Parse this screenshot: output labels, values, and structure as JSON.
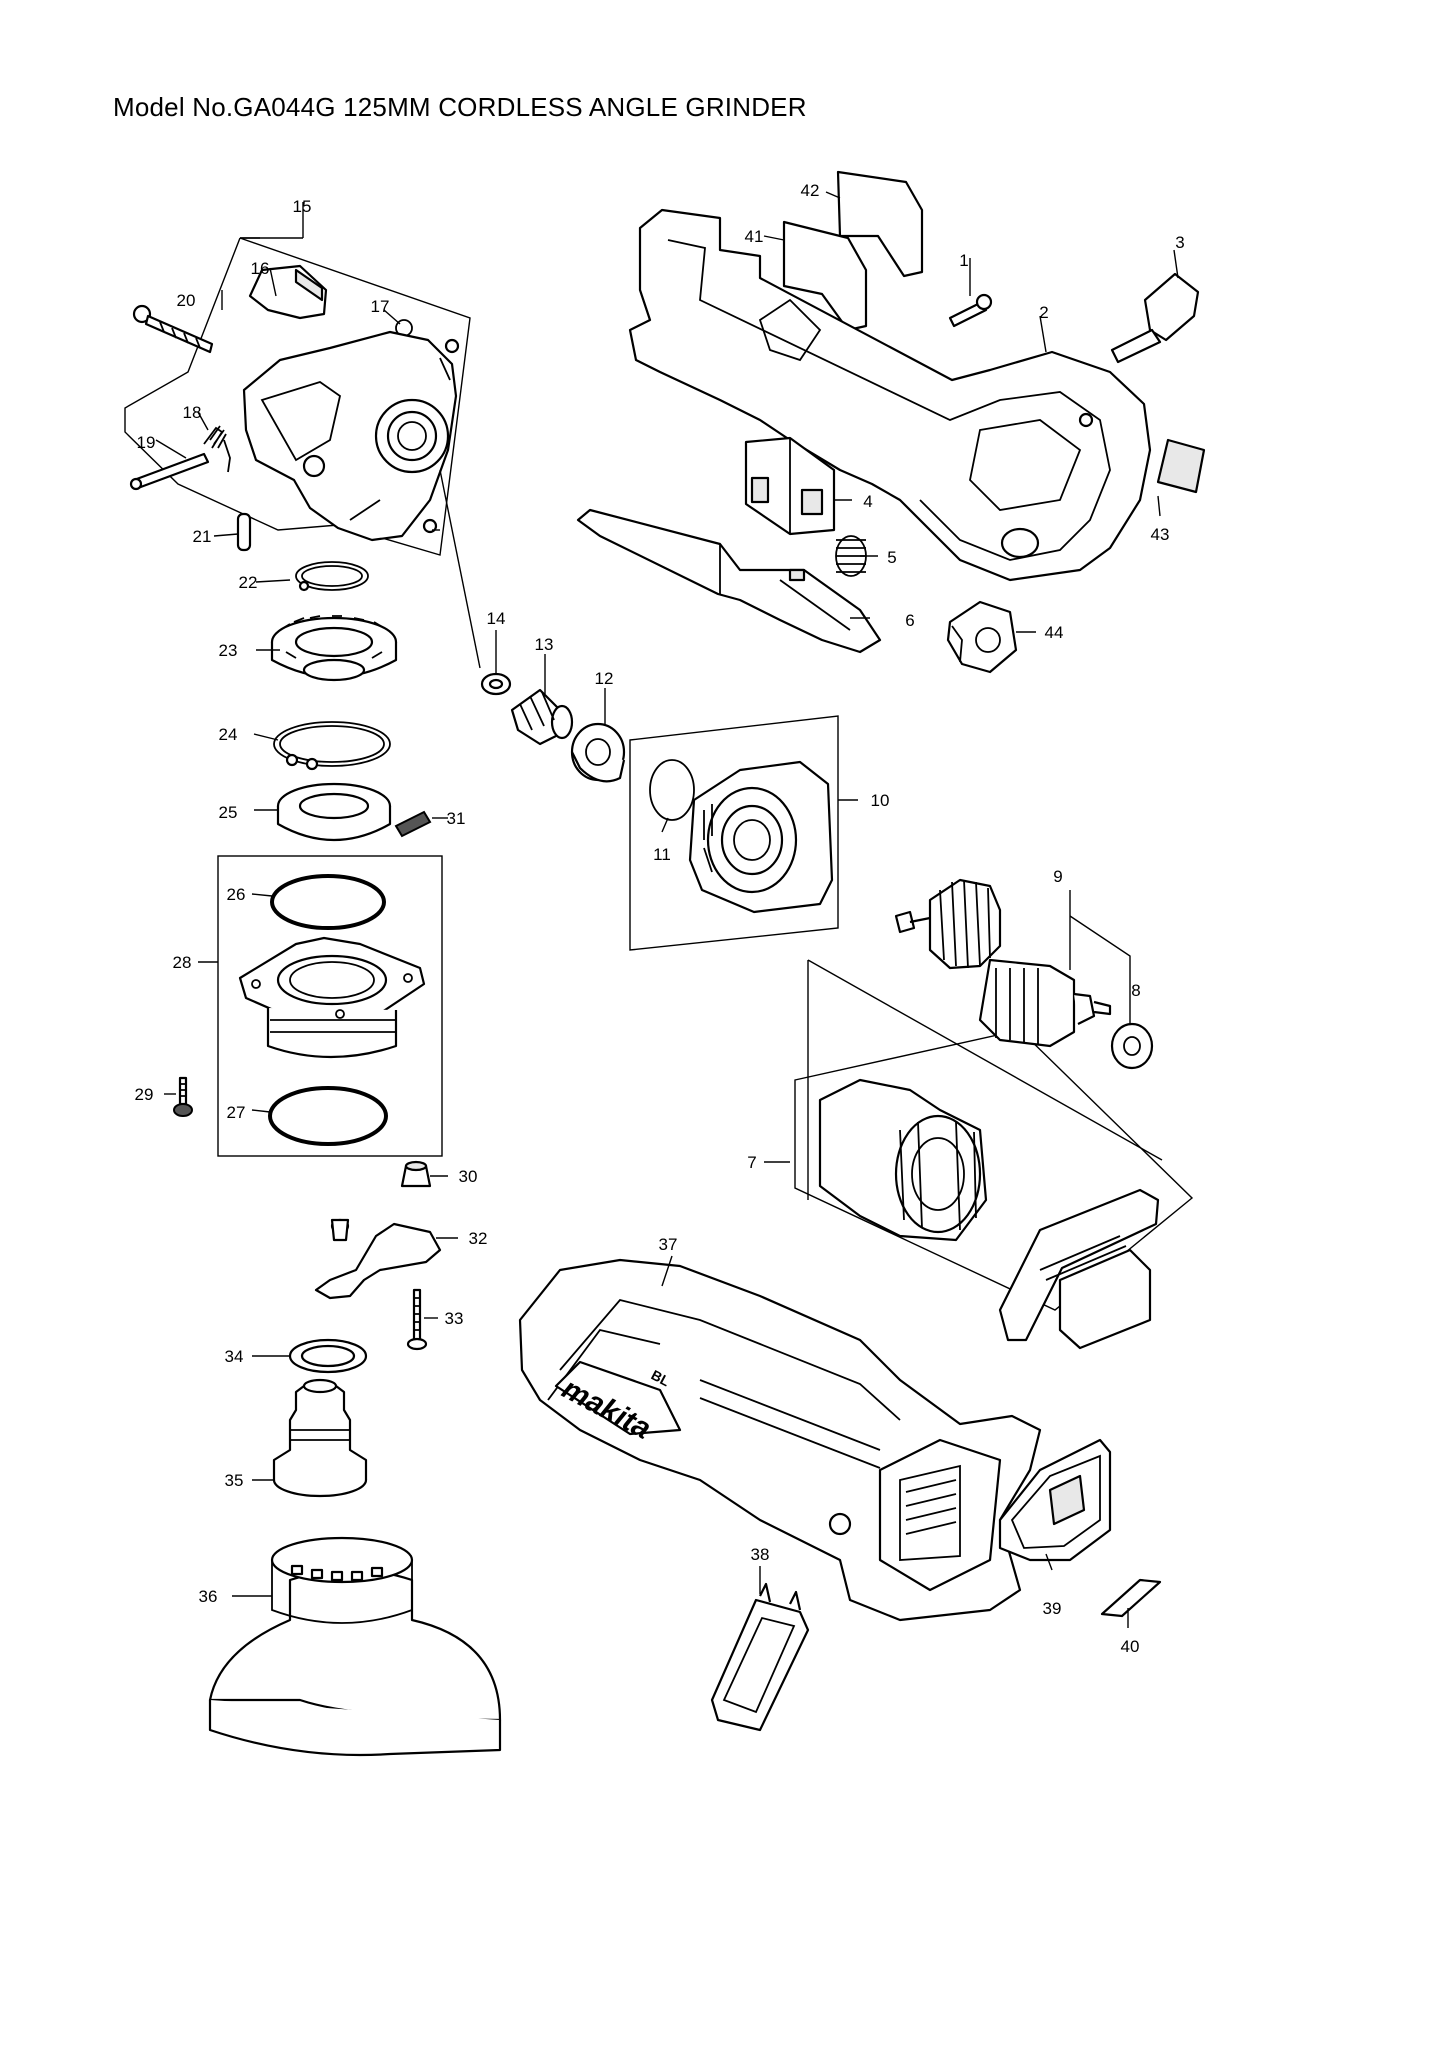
{
  "title": "Model No.GA044G 125MM CORDLESS ANGLE GRINDER",
  "parts": [
    "1",
    "2",
    "3",
    "4",
    "5",
    "6",
    "7",
    "8",
    "9",
    "10",
    "11",
    "12",
    "13",
    "14",
    "15",
    "16",
    "17",
    "18",
    "19",
    "20",
    "21",
    "22",
    "23",
    "24",
    "25",
    "26",
    "27",
    "28",
    "29",
    "30",
    "31",
    "32",
    "33",
    "34",
    "35",
    "36",
    "37",
    "38",
    "39",
    "40",
    "41",
    "42",
    "43",
    "44"
  ],
  "brand_logo": "makita",
  "logo_badge": "BL"
}
